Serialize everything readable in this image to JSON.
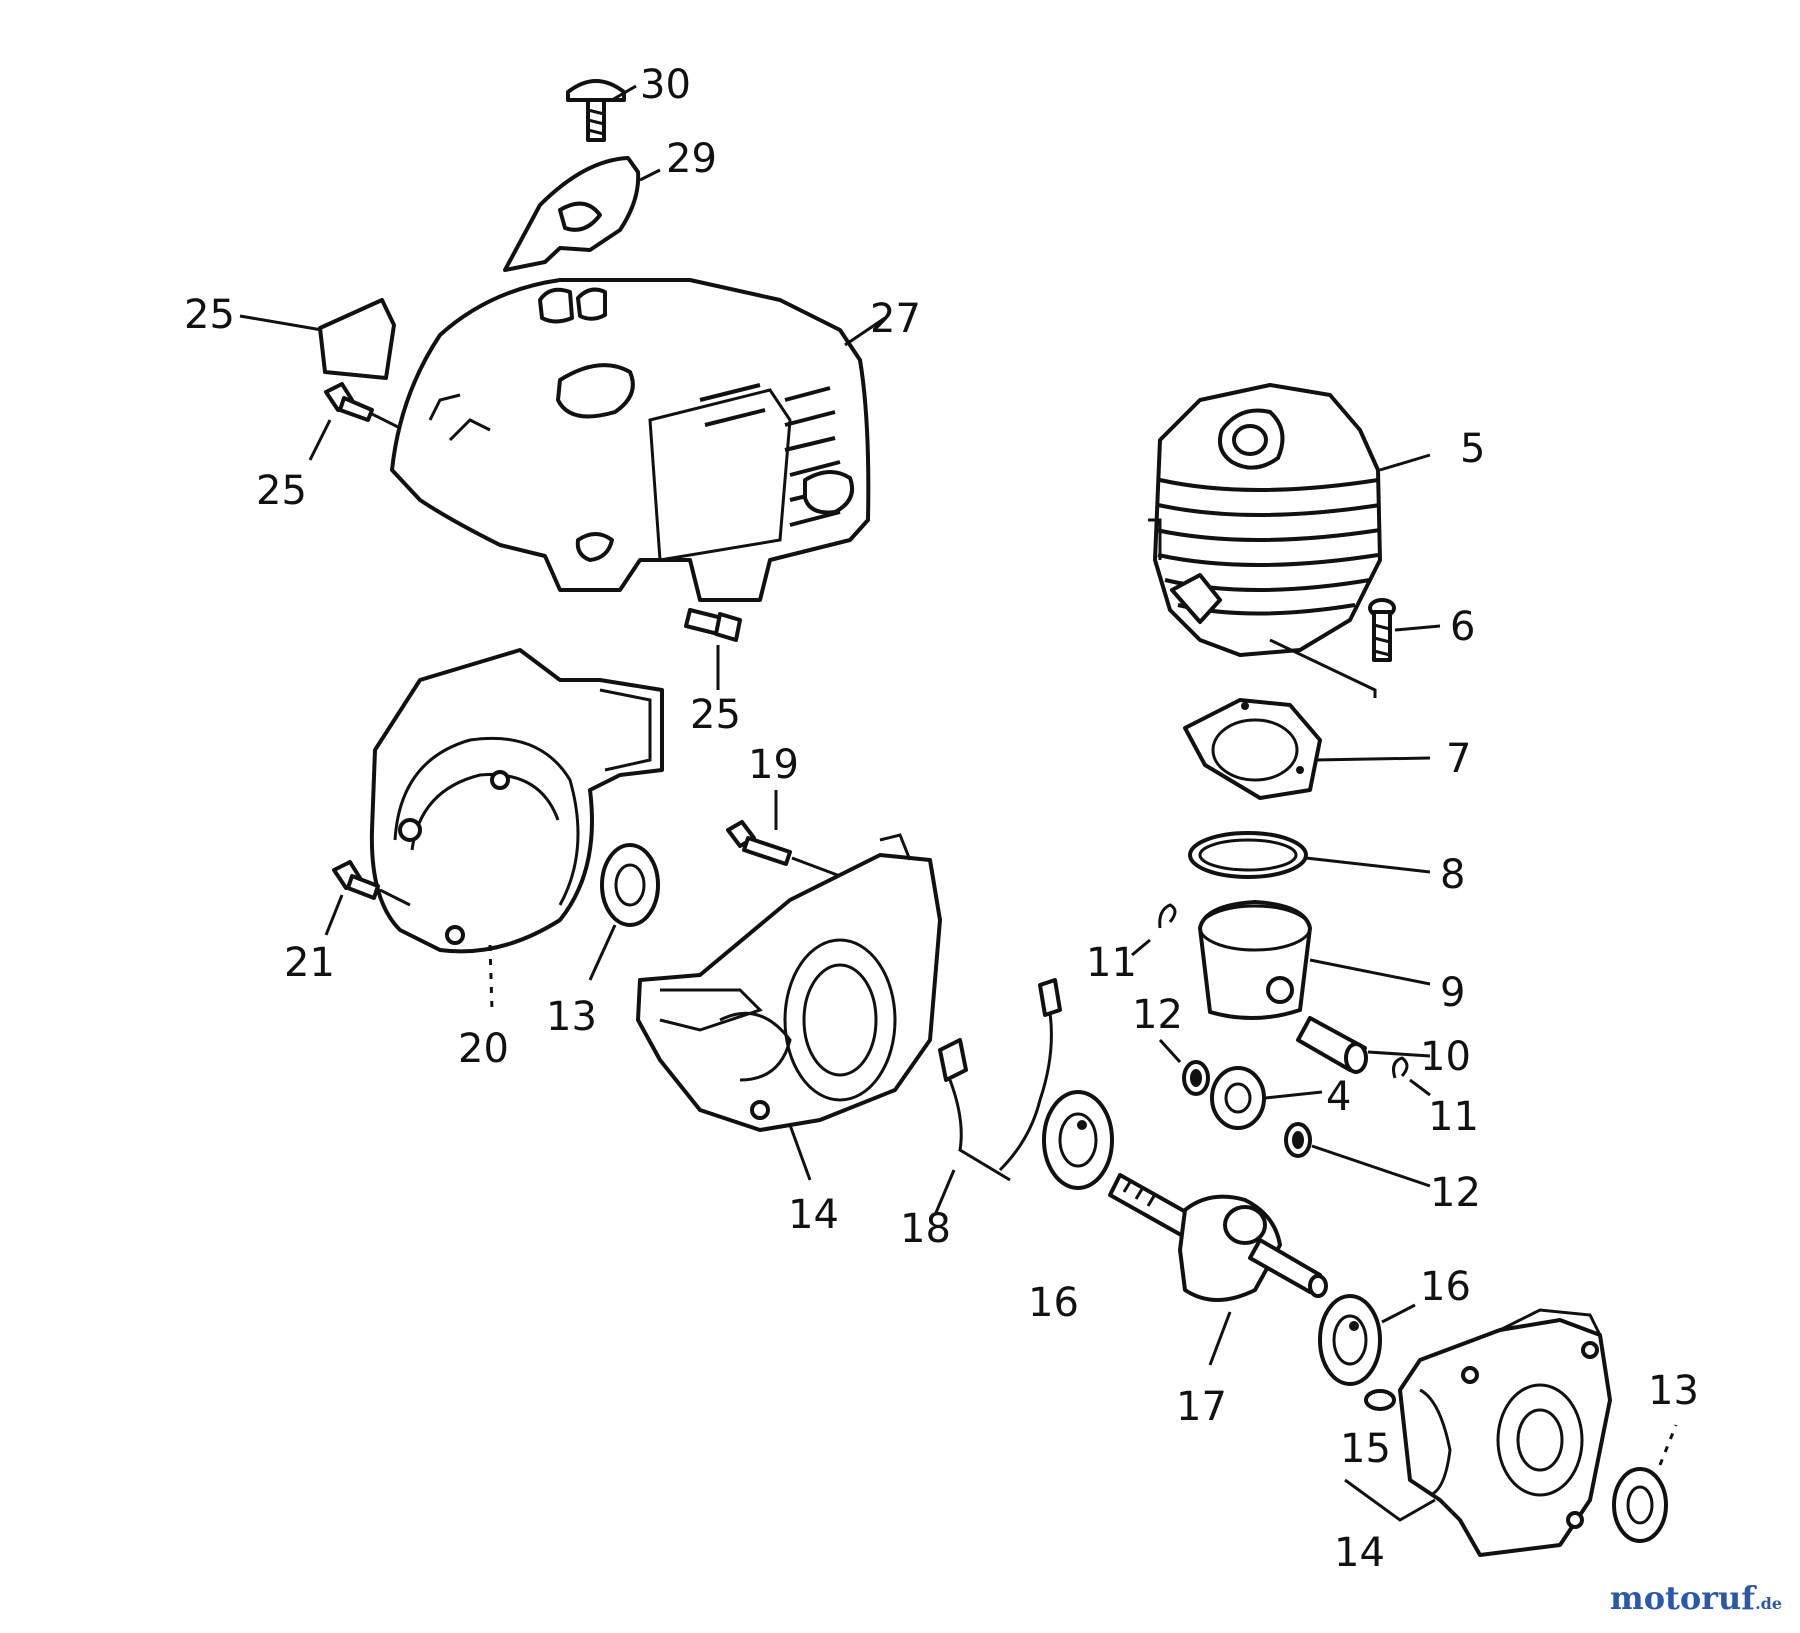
{
  "labels": {
    "p30": "30",
    "p29": "29",
    "p25a": "25",
    "p27": "27",
    "p25b": "25",
    "p25c": "25",
    "p5": "5",
    "p6": "6",
    "p7": "7",
    "p19": "19",
    "p8": "8",
    "p21": "21",
    "p13a": "13",
    "p20": "20",
    "p11a": "11",
    "p9": "9",
    "p12a": "12",
    "p10": "10",
    "p4": "4",
    "p11b": "11",
    "p12b": "12",
    "p14a": "14",
    "p18": "18",
    "p16a": "16",
    "p16b": "16",
    "p17": "17",
    "p13b": "13",
    "p15": "15",
    "p14b": "14"
  },
  "watermark": {
    "brand": "motoruf",
    "tld": ".de"
  },
  "colors": {
    "line_art": "#111111",
    "background": "#ffffff",
    "watermark_blue": "#2b58a8",
    "watermark_orange": "#e08a1e"
  }
}
